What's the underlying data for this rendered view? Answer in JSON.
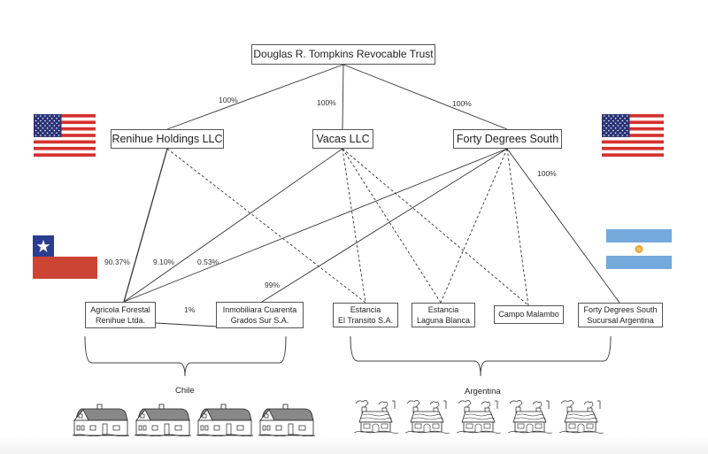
{
  "diagram": {
    "title": "Douglas R. Tompkins Revocable Trust ownership structure",
    "entities": {
      "trust": {
        "label": "Douglas R. Tompkins Revocable Trust"
      },
      "renihue_holdings": {
        "label": "Renihue Holdings LLC"
      },
      "vacas": {
        "label": "Vacas LLC"
      },
      "forty_degrees_south": {
        "label": "Forty Degrees South"
      },
      "agricola": {
        "line1": "Agricola Forestal",
        "line2": "Renihue Ltda."
      },
      "inmobiliaria": {
        "line1": "Inmobiliara  Cuarenta",
        "line2": "Grados Sur S.A."
      },
      "el_transito": {
        "line1": "Estancia",
        "line2": "El Transito S.A."
      },
      "laguna_blanca": {
        "line1": "Estancia",
        "line2": "Laguna Blanca"
      },
      "campo_malambo": {
        "label": "Campo Malambo"
      },
      "fds_sucursal": {
        "line1": "Forty Degrees South",
        "line2": "Sucursal Argentina"
      }
    },
    "ownership_labels": {
      "trust_renihue": "100%",
      "trust_vacas": "100%",
      "trust_fds": "100%",
      "fds_sucursal": "100%",
      "renihue_agricola": "90.37%",
      "vacas_agricola": "9.10%",
      "fds_agricola": "0.53%",
      "fds_inmobiliaria": "99%",
      "agricola_inmobiliaria": "1%"
    },
    "connections": [
      {
        "from": "trust",
        "to": "renihue_holdings",
        "style": "solid",
        "label": "100%"
      },
      {
        "from": "trust",
        "to": "vacas",
        "style": "solid",
        "label": "100%"
      },
      {
        "from": "trust",
        "to": "forty_degrees_south",
        "style": "solid",
        "label": "100%"
      },
      {
        "from": "renihue_holdings",
        "to": "agricola",
        "style": "solid",
        "label": "90.37%"
      },
      {
        "from": "renihue_holdings",
        "to": "el_transito",
        "style": "dashed",
        "label": ""
      },
      {
        "from": "vacas",
        "to": "agricola",
        "style": "solid",
        "label": "9.10%"
      },
      {
        "from": "vacas",
        "to": "el_transito",
        "style": "dashed",
        "label": ""
      },
      {
        "from": "vacas",
        "to": "laguna_blanca",
        "style": "dashed",
        "label": ""
      },
      {
        "from": "vacas",
        "to": "campo_malambo",
        "style": "dashed",
        "label": ""
      },
      {
        "from": "forty_degrees_south",
        "to": "agricola",
        "style": "solid",
        "label": "0.53%"
      },
      {
        "from": "forty_degrees_south",
        "to": "inmobiliaria",
        "style": "solid",
        "label": "99%"
      },
      {
        "from": "forty_degrees_south",
        "to": "laguna_blanca",
        "style": "dashed",
        "label": ""
      },
      {
        "from": "forty_degrees_south",
        "to": "campo_malambo",
        "style": "dashed",
        "label": ""
      },
      {
        "from": "forty_degrees_south",
        "to": "fds_sucursal",
        "style": "solid",
        "label": "100%"
      },
      {
        "from": "agricola",
        "to": "inmobiliaria",
        "style": "solid",
        "label": "1%"
      }
    ],
    "regions": {
      "chile": {
        "label": "Chile",
        "house_count": 4
      },
      "argentina": {
        "label": "Argentina",
        "house_count": 5
      }
    },
    "flags": {
      "usa_left": "usa-flag",
      "usa_right": "usa-flag",
      "chile": "chile-flag",
      "argentina": "argentina-flag"
    },
    "colors": {
      "usa_red": "#d6312f",
      "usa_blue": "#2a3377",
      "chile_red": "#cc4433",
      "chile_blue": "#2b3d8f",
      "argentina_blue": "#74a9dc",
      "argentina_sun": "#e8a33a"
    }
  }
}
